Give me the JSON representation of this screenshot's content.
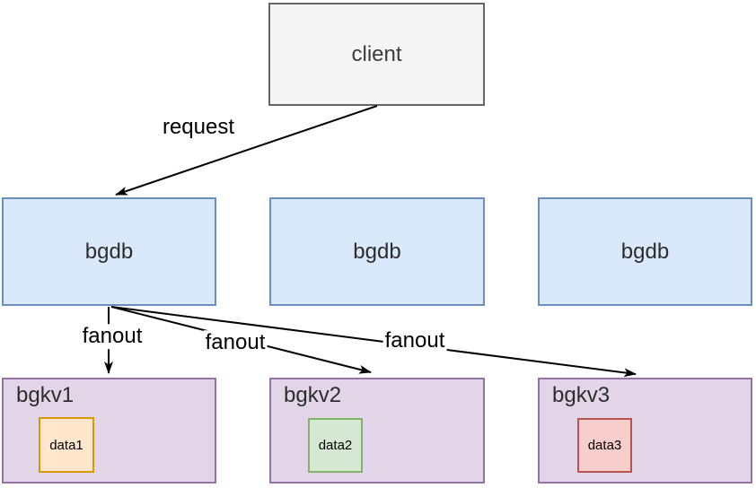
{
  "diagram": {
    "nodes": {
      "client": {
        "label": "client"
      },
      "bgdb1": {
        "label": "bgdb"
      },
      "bgdb2": {
        "label": "bgdb"
      },
      "bgdb3": {
        "label": "bgdb"
      },
      "bgkv1": {
        "label": "bgkv1"
      },
      "bgkv2": {
        "label": "bgkv2"
      },
      "bgkv3": {
        "label": "bgkv3"
      },
      "data1": {
        "label": "data1"
      },
      "data2": {
        "label": "data2"
      },
      "data3": {
        "label": "data3"
      }
    },
    "edges": {
      "request": {
        "label": "request",
        "from": "client",
        "to": "bgdb1"
      },
      "fanout1": {
        "label": "fanout",
        "from": "bgdb1",
        "to": "bgkv1"
      },
      "fanout2": {
        "label": "fanout",
        "from": "bgdb1",
        "to": "bgkv2"
      },
      "fanout3": {
        "label": "fanout",
        "from": "bgdb1",
        "to": "bgkv3"
      }
    },
    "colors": {
      "client_fill": "#F5F5F5",
      "client_stroke": "#666666",
      "bgdb_fill": "#DAE8FC",
      "bgdb_stroke": "#6C8EBF",
      "bgkv_fill": "#E1D5E7",
      "bgkv_stroke": "#9673A6",
      "data1_fill": "#FFE6CC",
      "data1_stroke": "#D79B00",
      "data2_fill": "#D5E8D4",
      "data2_stroke": "#82B366",
      "data3_fill": "#F8CECC",
      "data3_stroke": "#B85450",
      "arrow_stroke": "#000000"
    }
  }
}
